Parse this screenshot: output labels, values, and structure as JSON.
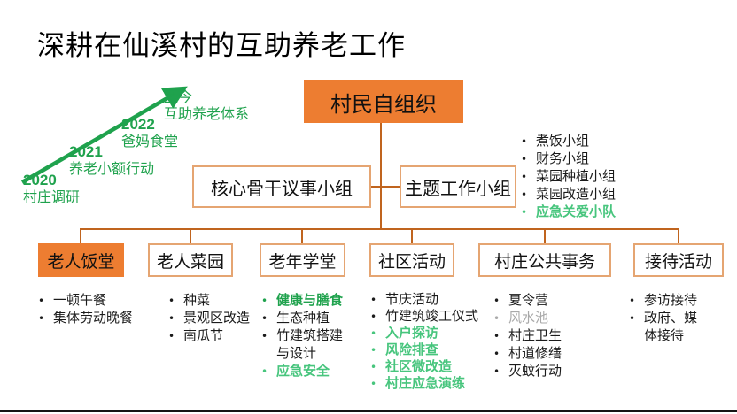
{
  "slide": {
    "title": "深耕在仙溪村的互助养老工作"
  },
  "colors": {
    "ink": "#1b1b1b",
    "green": "#1fa24d",
    "lightGreen": "#47c57d",
    "gray": "#a9a9a9",
    "orange": "#ed7d31",
    "connector": "#c0641e",
    "boxBorder": "#e5a572"
  },
  "timeline": {
    "milestones": [
      {
        "year": "2020",
        "label": "村庄调研"
      },
      {
        "year": "2021",
        "label": "养老小额行动"
      },
      {
        "year": "2022",
        "label": "爸妈食堂"
      },
      {
        "year": "至今",
        "label": "互助养老体系"
      }
    ]
  },
  "org": {
    "root_label": "村民自组织",
    "core_group_label": "核心骨干议事小组",
    "theme_group_label": "主题工作小组",
    "theme_subgroups": [
      {
        "label": "煮饭小组",
        "color": "ink"
      },
      {
        "label": "财务小组",
        "color": "ink"
      },
      {
        "label": "菜园种植小组",
        "color": "ink"
      },
      {
        "label": "菜园改造小组",
        "color": "ink"
      },
      {
        "label": "应急关爱小队",
        "color": "lightGreen"
      }
    ],
    "branches": [
      {
        "label": "老人饭堂",
        "items": [
          {
            "label": "一顿午餐",
            "color": "ink"
          },
          {
            "label": "集体劳动晚餐",
            "color": "ink"
          }
        ]
      },
      {
        "label": "老人菜园",
        "items": [
          {
            "label": "种菜",
            "color": "ink"
          },
          {
            "label": "景观区改造",
            "color": "ink"
          },
          {
            "label": "南瓜节",
            "color": "ink"
          }
        ]
      },
      {
        "label": "老年学堂",
        "items": [
          {
            "label": "健康与膳食",
            "color": "green"
          },
          {
            "label": "生态种植",
            "color": "ink"
          },
          {
            "label": "竹建筑搭建与设计",
            "color": "ink"
          },
          {
            "label": "应急安全",
            "color": "lightGreen"
          }
        ]
      },
      {
        "label": "社区活动",
        "items": [
          {
            "label": "节庆活动",
            "color": "ink"
          },
          {
            "label": "竹建筑竣工仪式",
            "color": "ink"
          },
          {
            "label": "入户探访",
            "color": "lightGreen"
          },
          {
            "label": "风险排查",
            "color": "lightGreen"
          },
          {
            "label": "社区微改造",
            "color": "lightGreen"
          },
          {
            "label": "村庄应急演练",
            "color": "lightGreen"
          }
        ]
      },
      {
        "label": "村庄公共事务",
        "items": [
          {
            "label": "夏令营",
            "color": "ink"
          },
          {
            "label": "风水池",
            "color": "gray"
          },
          {
            "label": "村庄卫生",
            "color": "ink"
          },
          {
            "label": "村道修缮",
            "color": "ink"
          },
          {
            "label": "灭蚊行动",
            "color": "ink"
          }
        ]
      },
      {
        "label": "接待活动",
        "items": [
          {
            "label": "参访接待",
            "color": "ink"
          },
          {
            "label": "政府、媒体接待",
            "color": "ink"
          }
        ]
      }
    ]
  }
}
